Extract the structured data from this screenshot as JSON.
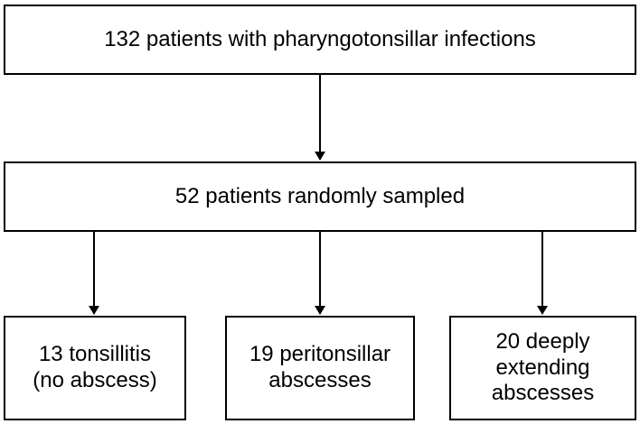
{
  "boxes": {
    "top": "132 patients with pharyngotonsillar infections",
    "middle": "52 patients randomly sampled",
    "tonsillitis": [
      "13 tonsillitis",
      "(no abscess)"
    ],
    "peritonsillar": [
      "19 peritonsillar",
      "abscesses"
    ],
    "deep": [
      "20 deeply",
      "extending",
      "abscesses"
    ]
  }
}
